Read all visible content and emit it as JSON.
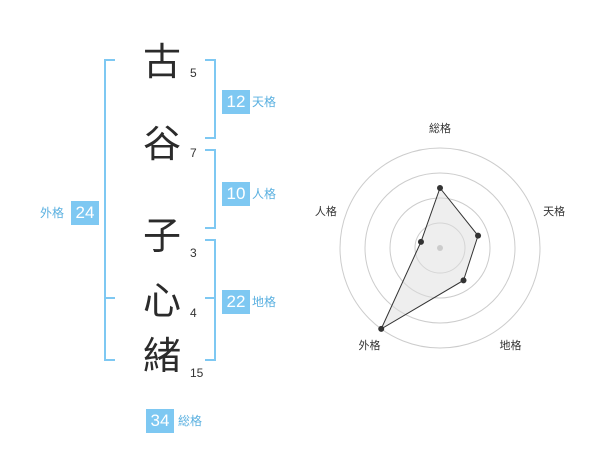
{
  "name": {
    "chars": [
      "古",
      "谷",
      "子",
      "心",
      "緒"
    ],
    "strokes": [
      "5",
      "7",
      "3",
      "4",
      "15"
    ]
  },
  "fortune": {
    "tenkaku": {
      "label": "天格",
      "value": "12"
    },
    "jinkaku": {
      "label": "人格",
      "value": "10"
    },
    "chikaku": {
      "label": "地格",
      "value": "22"
    },
    "gaikaku": {
      "label": "外格",
      "value": "24"
    },
    "soukaku": {
      "label": "総格",
      "value": "34"
    }
  },
  "chart_data": {
    "type": "radar",
    "axes": [
      "総格",
      "天格",
      "地格",
      "外格",
      "人格"
    ],
    "values": [
      3,
      2,
      2,
      5,
      1
    ],
    "max": 5,
    "rings": 4,
    "grid": true,
    "colors": {
      "ring": "#cccccc",
      "fill": "#dddddd",
      "line": "#333333",
      "point": "#333333"
    }
  }
}
